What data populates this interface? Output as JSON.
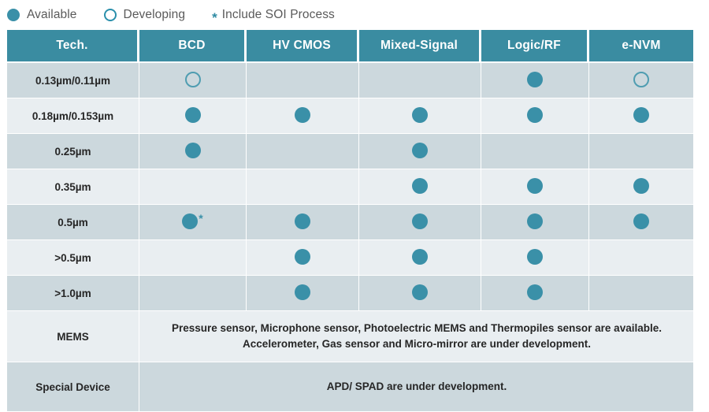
{
  "legend": {
    "items": [
      {
        "icon": "filled-circle-icon",
        "label": "Available"
      },
      {
        "icon": "open-circle-icon",
        "label": "Developing"
      },
      {
        "icon": "asterisk-icon",
        "label": "Include SOI Process",
        "glyph": "*"
      }
    ]
  },
  "colors": {
    "header_bg": "#3a8ca1",
    "dot_teal": "#3a90a8",
    "open_ring": "#4f9db1",
    "band_dark": "#ccd8dd",
    "band_light": "#e9eef1",
    "header_text": "#ffffff",
    "body_text": "#262626",
    "legend_text": "#5a5a5a"
  },
  "table": {
    "columns": [
      "Tech.",
      "BCD",
      "HV CMOS",
      "Mixed-Signal",
      "Logic/RF",
      "e-NVM"
    ],
    "rows": [
      {
        "tech": "0.13µm/0.11µm",
        "cells": [
          {
            "state": "developing"
          },
          {
            "state": "none"
          },
          {
            "state": "none"
          },
          {
            "state": "available"
          },
          {
            "state": "developing"
          }
        ]
      },
      {
        "tech": "0.18µm/0.153µm",
        "cells": [
          {
            "state": "available"
          },
          {
            "state": "available"
          },
          {
            "state": "available"
          },
          {
            "state": "available"
          },
          {
            "state": "available"
          }
        ]
      },
      {
        "tech": "0.25µm",
        "cells": [
          {
            "state": "available"
          },
          {
            "state": "none"
          },
          {
            "state": "available"
          },
          {
            "state": "none"
          },
          {
            "state": "none"
          }
        ]
      },
      {
        "tech": "0.35µm",
        "cells": [
          {
            "state": "none"
          },
          {
            "state": "none"
          },
          {
            "state": "available"
          },
          {
            "state": "available"
          },
          {
            "state": "available"
          }
        ]
      },
      {
        "tech": "0.5µm",
        "cells": [
          {
            "state": "available",
            "note": "*"
          },
          {
            "state": "available"
          },
          {
            "state": "available"
          },
          {
            "state": "available"
          },
          {
            "state": "available"
          }
        ]
      },
      {
        "tech": ">0.5µm",
        "cells": [
          {
            "state": "none"
          },
          {
            "state": "available"
          },
          {
            "state": "available"
          },
          {
            "state": "available"
          },
          {
            "state": "none"
          }
        ]
      },
      {
        "tech": ">1.0µm",
        "cells": [
          {
            "state": "none"
          },
          {
            "state": "available"
          },
          {
            "state": "available"
          },
          {
            "state": "available"
          },
          {
            "state": "none"
          }
        ]
      }
    ],
    "text_rows": [
      {
        "tech": "MEMS",
        "lines": [
          "Pressure sensor, Microphone sensor, Photoelectric MEMS and Thermopiles sensor are available.",
          "Accelerometer, Gas sensor and Micro-mirror are under development."
        ]
      },
      {
        "tech": "Special Device",
        "lines": [
          "APD/ SPAD are under development."
        ]
      }
    ]
  }
}
